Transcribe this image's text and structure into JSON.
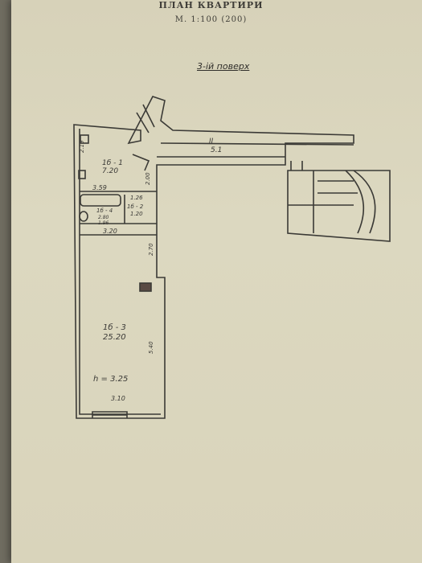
{
  "header": {
    "title": "ПЛАН КВАРТИРИ",
    "scale": "М. 1:100 (200)",
    "floor": "3-ій поверх"
  },
  "rooms": [
    {
      "id": "1",
      "label": "1б - 1",
      "area": "7.20"
    },
    {
      "id": "2",
      "label": "1б - 2",
      "area": "1.20"
    },
    {
      "id": "4",
      "label": "1б - 4",
      "area": "2.80"
    },
    {
      "id": "3",
      "label": "1б - 3",
      "area": "25.20"
    },
    {
      "id": "corridor",
      "label": "II",
      "area": "5.1"
    }
  ],
  "dimensions": {
    "room1_width": "3.59",
    "room2_width": "1.26",
    "room4_sub": "1.96",
    "room3_top": "3.20",
    "room3_bottom": "3.10",
    "room3_side": "5.40",
    "small_side": "2.70",
    "side_left": "2.19",
    "side_mid": "2.00",
    "height": "h = 3.25"
  }
}
